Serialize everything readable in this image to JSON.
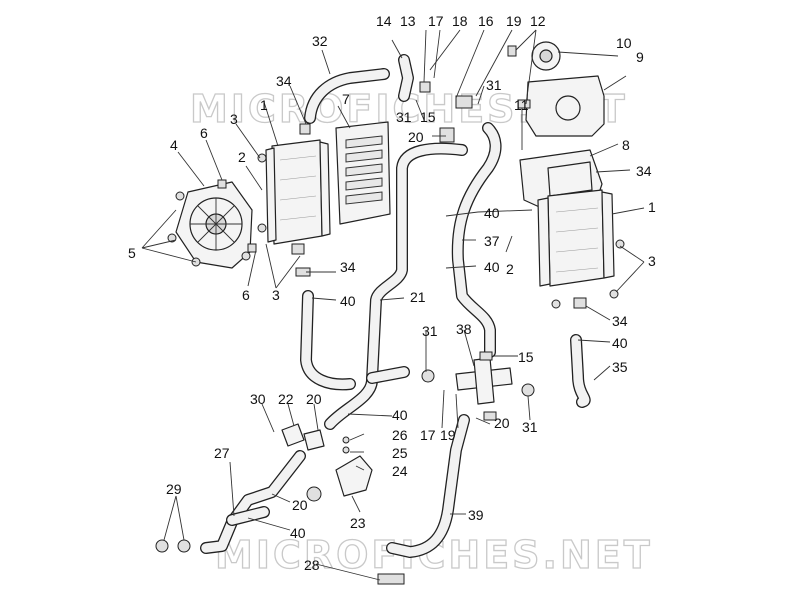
{
  "watermark": "MICROFICHES.NET",
  "callouts": [
    "1",
    "2",
    "3",
    "4",
    "5",
    "6",
    "7",
    "8",
    "9",
    "10",
    "11",
    "12",
    "13",
    "14",
    "15",
    "16",
    "17",
    "18",
    "19",
    "20",
    "21",
    "22",
    "23",
    "24",
    "25",
    "26",
    "27",
    "28",
    "29",
    "30",
    "31",
    "32",
    "34",
    "35",
    "37",
    "38",
    "39",
    "40"
  ]
}
